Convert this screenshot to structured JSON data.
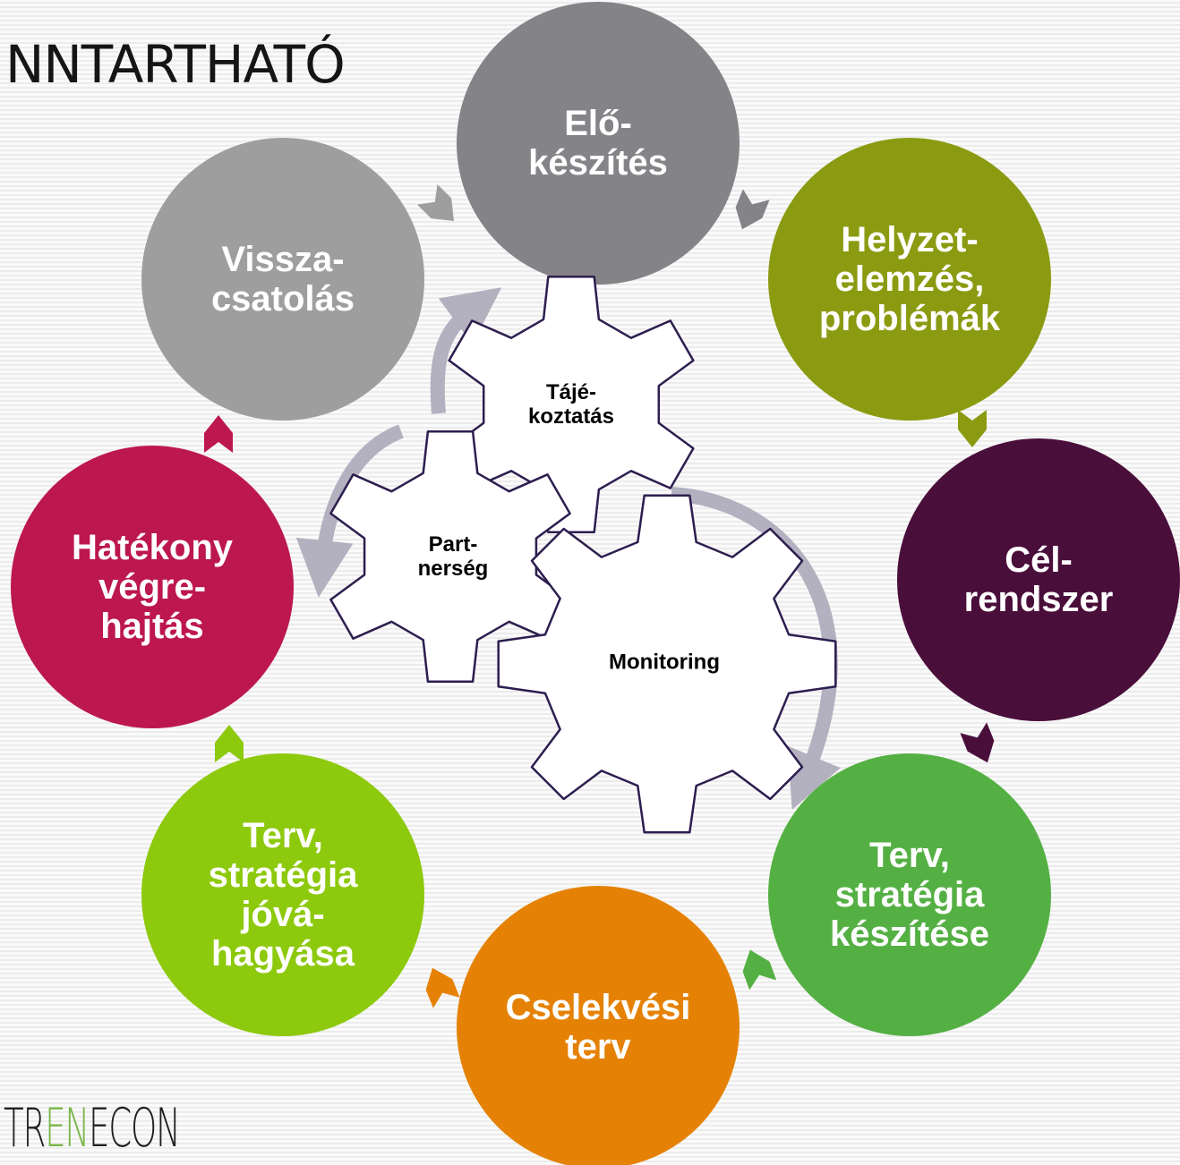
{
  "header": {
    "title": "NNTARTHATÓ"
  },
  "cycle": [
    {
      "id": "elo-keszites",
      "label": "Elő-\nkészítés",
      "color": "#848387"
    },
    {
      "id": "helyzetelemzes",
      "label": "Helyzet-\nelemzés,\nproblémák",
      "color": "#8b9b11"
    },
    {
      "id": "celrendszer",
      "label": "Cél-\nrendszer",
      "color": "#4a0e3b"
    },
    {
      "id": "terv-keszitese",
      "label": "Terv,\nstratégia\nkészítése",
      "color": "#55b044"
    },
    {
      "id": "cselekvesi-terv",
      "label": "Cselekvési\nterv",
      "color": "#e58205"
    },
    {
      "id": "terv-jovahagyasa",
      "label": "Terv,\nstratégia\njóvá-\nhagyása",
      "color": "#8dc90d"
    },
    {
      "id": "hatekony-vegrehajtas",
      "label": "Hatékony\nvégre-\nhajtás",
      "color": "#bd1750"
    },
    {
      "id": "visszacsatolas",
      "label": "Vissza-\ncsatolás",
      "color": "#9e9e9e"
    }
  ],
  "gears": [
    {
      "id": "tajekoztatas",
      "label": "Tájé-\nkoztatás"
    },
    {
      "id": "partnerseg",
      "label": "Part-\nnerség"
    },
    {
      "id": "monitoring",
      "label": "Monitoring"
    }
  ],
  "inner_arrow_color": "#b3b1bf",
  "gear_stroke_color": "#2d1e4f",
  "logo": {
    "before": "TR",
    "accent": "EN",
    "after": "ECON",
    "accent_color": "#7ab648"
  }
}
